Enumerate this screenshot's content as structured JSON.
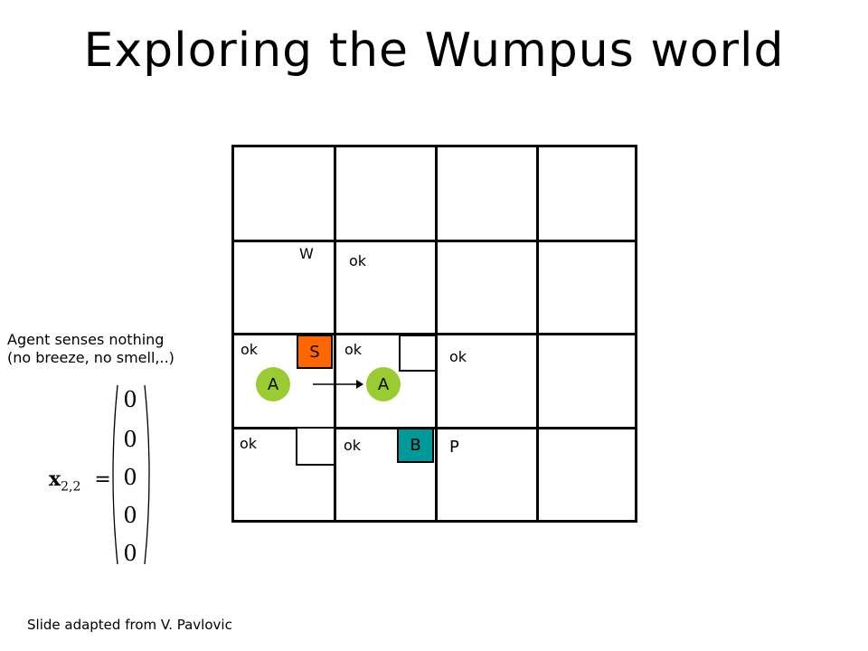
{
  "title": "Exploring the Wumpus world",
  "cells": {
    "w_label": "W",
    "ok_r2c2": "ok",
    "ok_r3c1": "ok",
    "s_box": "S",
    "ok_r3c2": "ok",
    "ok_r3c3": "ok",
    "agent_1": "A",
    "agent_2": "A",
    "ok_r4c1": "ok",
    "ok_r4c2": "ok",
    "b_box": "B",
    "p_label": "P"
  },
  "colors": {
    "stench": "#ff6600",
    "breeze": "#009999",
    "agent": "#99cc33"
  },
  "sense_text": "Agent senses nothing\n(no breeze, no smell,..)",
  "equation": {
    "lhs_symbol": "x",
    "lhs_subscript": "2,2",
    "equals": "=",
    "vector": [
      "0",
      "0",
      "0",
      "0",
      "0"
    ]
  },
  "credit": "Slide adapted from V. Pavlovic"
}
